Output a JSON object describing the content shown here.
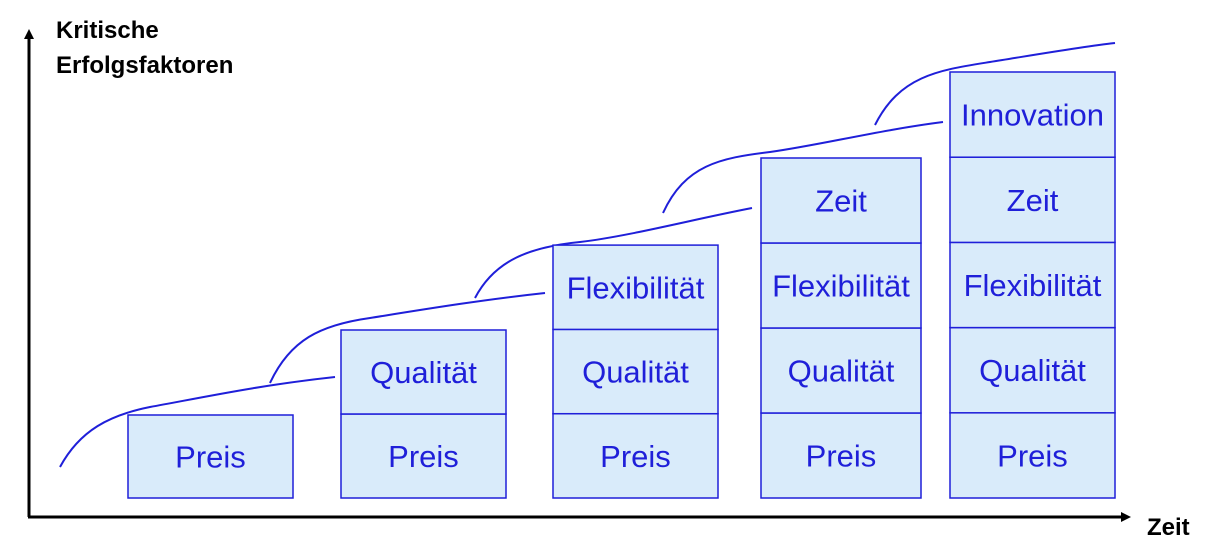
{
  "axes": {
    "y_label_lines": [
      "Kritische",
      "Erfolgsfaktoren"
    ],
    "x_label": "Zeit"
  },
  "colors": {
    "box_fill": "#d9ebfa",
    "box_stroke": "#1f1fd9",
    "text": "#1f1fd9",
    "curve": "#1f1fd9",
    "axis": "#000000"
  },
  "columns": [
    {
      "factors": [
        "Preis"
      ]
    },
    {
      "factors": [
        "Preis",
        "Qualität"
      ]
    },
    {
      "factors": [
        "Preis",
        "Qualität",
        "Flexibilität"
      ]
    },
    {
      "factors": [
        "Preis",
        "Qualität",
        "Flexibilität",
        "Zeit"
      ]
    },
    {
      "factors": [
        "Preis",
        "Qualität",
        "Flexibilität",
        "Zeit",
        "Innovation"
      ]
    }
  ]
}
